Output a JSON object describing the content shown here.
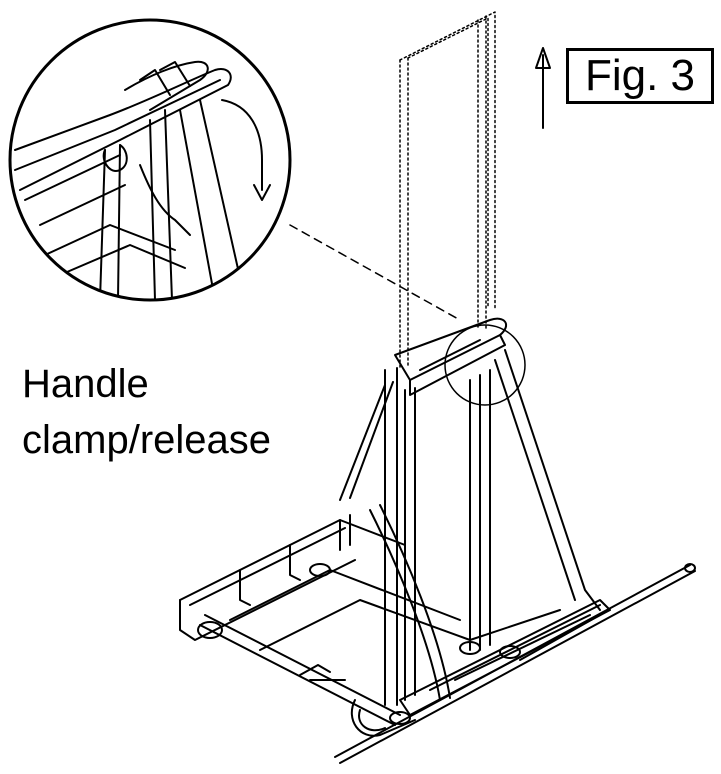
{
  "figure": {
    "label": "Fig. 3"
  },
  "callout": {
    "line1": "Handle",
    "line2": "clamp/release"
  },
  "icons": {
    "up_arrow": "up-arrow-icon",
    "rotate_arrow": "rotate-down-arrow-icon"
  }
}
